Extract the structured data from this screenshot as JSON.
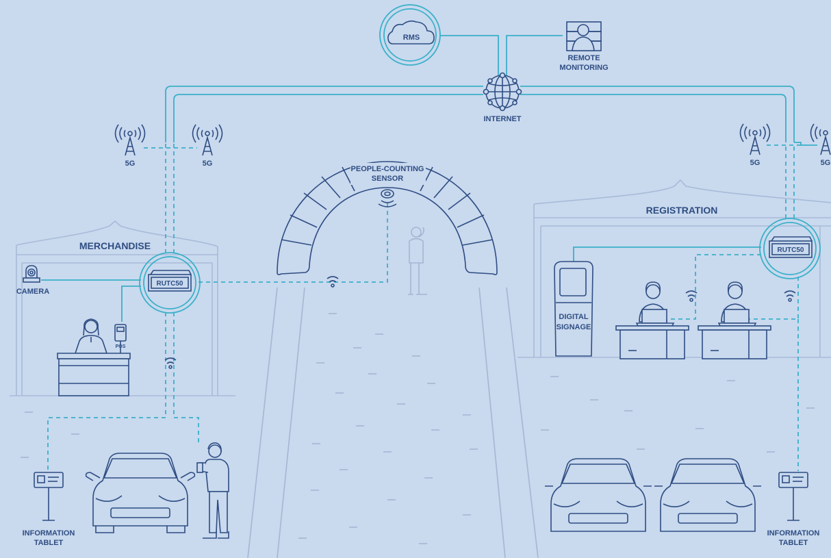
{
  "labels": {
    "rms": "RMS",
    "remote_monitoring_1": "REMOTE",
    "remote_monitoring_2": "MONITORING",
    "internet": "INTERNET",
    "tower_5g": "5G",
    "people_counting_1": "PEOPLE-COUNTING",
    "people_counting_2": "SENSOR",
    "merchandise": "MERCHANDISE",
    "registration": "REGISTRATION",
    "camera": "CAMERA",
    "router": "RUTC50",
    "pos": "POS",
    "digital_signage_1": "DIGITAL",
    "digital_signage_2": "SIGNAGE",
    "info_tablet_1": "INFORMATION",
    "info_tablet_2": "TABLET"
  },
  "colors": {
    "background": "#c9d9ee",
    "line": "#2e4d82",
    "accent": "#3ab0c7",
    "faded": "#a4b6d2"
  }
}
